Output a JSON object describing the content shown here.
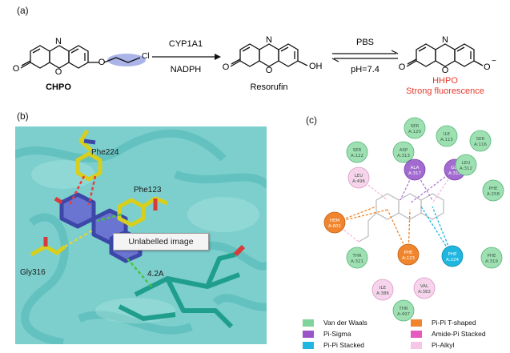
{
  "panel_a": {
    "label": "(a)",
    "reactant_name": "CHPO",
    "reactant_substituent": "Cl",
    "enzyme": "CYP1A1",
    "cofactor": "NADPH",
    "product1_name": "Resorufin",
    "product1_group": "OH",
    "buffer": "PBS",
    "ph": "pH=7.4",
    "product2_name": "HHPO",
    "product2_caption": "Strong fluorescence",
    "product2_charge": "−",
    "caption_color": "#e8392c",
    "atom_N": "N",
    "atom_O": "O"
  },
  "panel_b": {
    "label": "(b)",
    "residues": [
      "Phe224",
      "Phe123",
      "Gly316"
    ],
    "distance": "4.2A",
    "tooltip": "Unlabelled image"
  },
  "panel_c": {
    "label": "(c)",
    "residues": [
      {
        "name": "SER",
        "num": "A:120",
        "kind": "vdw"
      },
      {
        "name": "ILE",
        "num": "A:115",
        "kind": "vdw"
      },
      {
        "name": "SER",
        "num": "A:122",
        "kind": "vdw"
      },
      {
        "name": "ASP",
        "num": "A:313",
        "kind": "vdw"
      },
      {
        "name": "SER",
        "num": "A:116",
        "kind": "vdw"
      },
      {
        "name": "ALA",
        "num": "A:317",
        "kind": "sigma"
      },
      {
        "name": "GLY",
        "num": "A:316",
        "kind": "sigma"
      },
      {
        "name": "LEU",
        "num": "A:312",
        "kind": "vdw"
      },
      {
        "name": "LEU",
        "num": "A:496",
        "kind": "alkyl"
      },
      {
        "name": "PHE",
        "num": "A:258",
        "kind": "vdw"
      },
      {
        "name": "HEM",
        "num": "A:601",
        "kind": "tshaped"
      },
      {
        "name": "THR",
        "num": "A:321",
        "kind": "vdw"
      },
      {
        "name": "PHE",
        "num": "A:123",
        "kind": "tshaped"
      },
      {
        "name": "PHE",
        "num": "A:224",
        "kind": "stacked"
      },
      {
        "name": "PHE",
        "num": "A:319",
        "kind": "vdw"
      },
      {
        "name": "ILE",
        "num": "A:386",
        "kind": "alkyl"
      },
      {
        "name": "VAL",
        "num": "A:382",
        "kind": "alkyl"
      },
      {
        "name": "THR",
        "num": "A:497",
        "kind": "vdw"
      }
    ],
    "legend": [
      {
        "label": "Van der Waals",
        "color": "#7ed49b"
      },
      {
        "label": "Pi-Pi T-shaped",
        "color": "#f0852d"
      },
      {
        "label": "Pi-Sigma",
        "color": "#9b55c8"
      },
      {
        "label": "Amide-Pi Stacked",
        "color": "#e45ac0"
      },
      {
        "label": "Pi-Pi Stacked",
        "color": "#1fb6e0"
      },
      {
        "label": "Pi-Alkyl",
        "color": "#f5c6e6"
      }
    ]
  },
  "colors": {
    "vdw": "#9fe0b2",
    "vdw_stroke": "#54b57a",
    "sigma": "#a26bd0",
    "sigma_stroke": "#7c3fae",
    "alkyl": "#f8d3ec",
    "alkyl_stroke": "#d79bc4",
    "tshaped": "#f0852d",
    "tshaped_stroke": "#c2621a",
    "stacked": "#1fb6e0",
    "stacked_stroke": "#1389aa",
    "protein_bg": "#8fd3d0",
    "chloro_highlight": "#8d9be0"
  }
}
